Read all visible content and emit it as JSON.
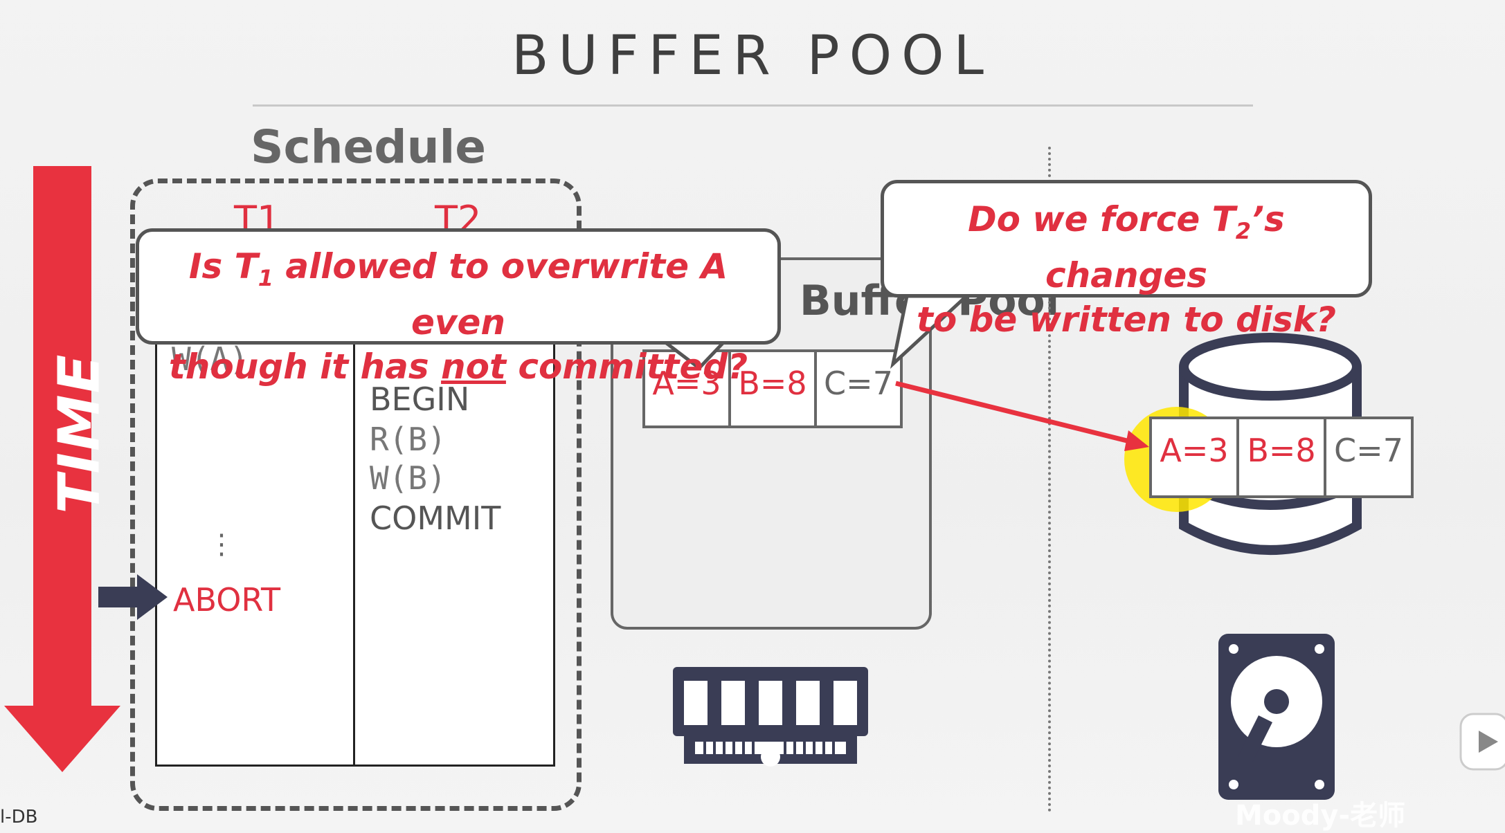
{
  "title": "BUFFER POOL",
  "schedule": {
    "label": "Schedule",
    "columns": [
      "T1",
      "T2"
    ],
    "t1_ops": [
      "W(A)"
    ],
    "t2_ops": [
      "BEGIN",
      "R(B)",
      "W(B)",
      "COMMIT"
    ],
    "t1_dots": "⋮",
    "t1_abort": "ABORT"
  },
  "time_label": "TIME",
  "buffer_pool": {
    "label": "Buffer Pool",
    "cells": [
      {
        "text": "A=3",
        "color": "#e03040"
      },
      {
        "text": "B=8",
        "color": "#e03040"
      },
      {
        "text": "C=7",
        "color": "#666666"
      }
    ]
  },
  "disk": {
    "cells": [
      {
        "text": "A=3",
        "color": "#e03040"
      },
      {
        "text": "B=8",
        "color": "#e03040"
      },
      {
        "text": "C=7",
        "color": "#666666"
      }
    ]
  },
  "callouts": {
    "left": {
      "pre": "Is T",
      "sub": "1",
      "post": " allowed to overwrite A even",
      "line2_pre": "though it has ",
      "line2_underline": "not",
      "line2_post": " committed?"
    },
    "right": {
      "pre": "Do we force T",
      "sub": "2",
      "post": "’s changes",
      "line2": "to be written to disk?"
    }
  },
  "corner_text": "l-DB",
  "watermark": "Moody-老师",
  "icons": [
    "ram-icon",
    "database-icon",
    "hard-drive-icon",
    "play-icon"
  ],
  "colors": {
    "accent_red": "#e03040",
    "navy": "#3a3d55",
    "highlight": "#ffe600"
  }
}
